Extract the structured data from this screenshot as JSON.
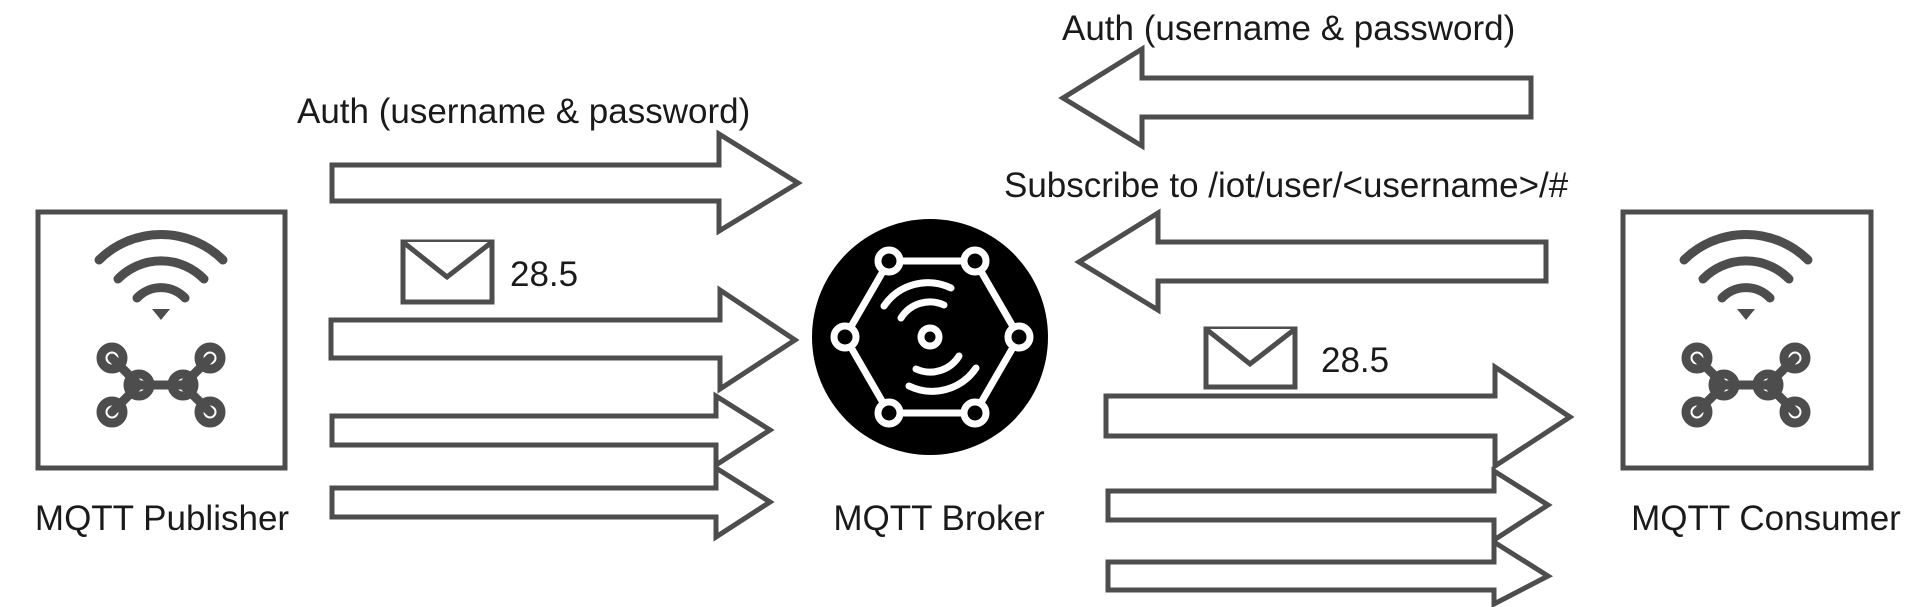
{
  "nodes": {
    "publisher": {
      "label": "MQTT Publisher",
      "icon": "iot-device-icon"
    },
    "broker": {
      "label": "MQTT Broker",
      "icon": "mqtt-broker-icon"
    },
    "consumer": {
      "label": "MQTT Consumer",
      "icon": "iot-device-icon"
    }
  },
  "flows": {
    "publisher_auth": {
      "label": "Auth (username & password)"
    },
    "publisher_message": {
      "value": "28.5",
      "icon": "envelope-icon"
    },
    "consumer_auth": {
      "label": "Auth (username & password)"
    },
    "consumer_subscribe": {
      "label": "Subscribe to /iot/user/<username>/#"
    },
    "consumer_message": {
      "value": "28.5",
      "icon": "envelope-icon"
    }
  },
  "colors": {
    "stroke": "#4d4d4d",
    "broker_fill": "#000000",
    "text": "#1a1a1a"
  }
}
